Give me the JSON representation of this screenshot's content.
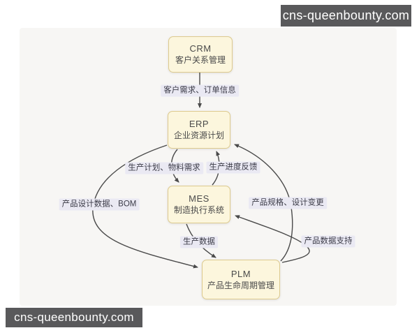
{
  "watermark": {
    "text": "cns-queenbounty.com"
  },
  "diagram": {
    "nodes": {
      "crm": {
        "title": "CRM",
        "subtitle": "客户关系管理"
      },
      "erp": {
        "title": "ERP",
        "subtitle": "企业资源计划"
      },
      "mes": {
        "title": "MES",
        "subtitle": "制造执行系统"
      },
      "plm": {
        "title": "PLM",
        "subtitle": "产品生命周期管理"
      }
    },
    "edges": {
      "crm_to_erp": {
        "label": "客户需求、订单信息"
      },
      "erp_to_mes": {
        "label": "生产计划、物料需求"
      },
      "mes_to_erp": {
        "label": "生产进度反馈"
      },
      "erp_to_plm": {
        "label": "产品设计数据、BOM"
      },
      "plm_to_erp": {
        "label": "产品规格、设计变更"
      },
      "mes_to_plm": {
        "label": "生产数据"
      },
      "plm_to_mes": {
        "label": "产品数据支持"
      }
    },
    "colors": {
      "node_bg": "#fcf6dd",
      "node_border": "#ddca8e",
      "edge_label_bg": "#eae9f3",
      "arrow": "#4a4a4a",
      "panel_bg": "#f7f6f4",
      "watermark_bg": "#59595b"
    }
  }
}
